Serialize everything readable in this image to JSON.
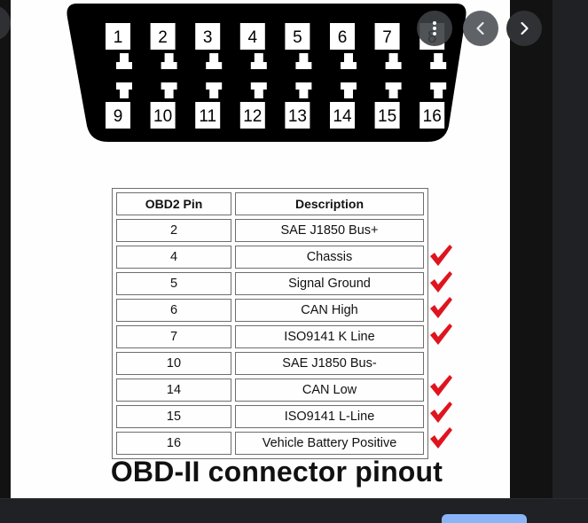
{
  "connector": {
    "top_pins": [
      "1",
      "2",
      "3",
      "4",
      "5",
      "6",
      "7",
      "8"
    ],
    "bottom_pins": [
      "9",
      "10",
      "11",
      "12",
      "13",
      "14",
      "15",
      "16"
    ]
  },
  "table": {
    "headers": [
      "OBD2 Pin",
      "Description"
    ],
    "rows": [
      {
        "pin": "2",
        "description": "SAE J1850 Bus+",
        "checked": false
      },
      {
        "pin": "4",
        "description": "Chassis",
        "checked": true
      },
      {
        "pin": "5",
        "description": "Signal Ground",
        "checked": true
      },
      {
        "pin": "6",
        "description": "CAN High",
        "checked": true
      },
      {
        "pin": "7",
        "description": "ISO9141 K Line",
        "checked": true
      },
      {
        "pin": "10",
        "description": "SAE J1850 Bus-",
        "checked": false
      },
      {
        "pin": "14",
        "description": "CAN Low",
        "checked": true
      },
      {
        "pin": "15",
        "description": "ISO9141 L-Line",
        "checked": true
      },
      {
        "pin": "16",
        "description": "Vehicle Battery Positive",
        "checked": true
      }
    ]
  },
  "caption": "OBD-II connector pinout",
  "controls": {
    "more_icon": "more-vert-icon",
    "prev_icon": "chevron-left-icon",
    "next_icon": "chevron-right-icon"
  },
  "colors": {
    "check": "#e0141e",
    "connector": "#000000"
  }
}
